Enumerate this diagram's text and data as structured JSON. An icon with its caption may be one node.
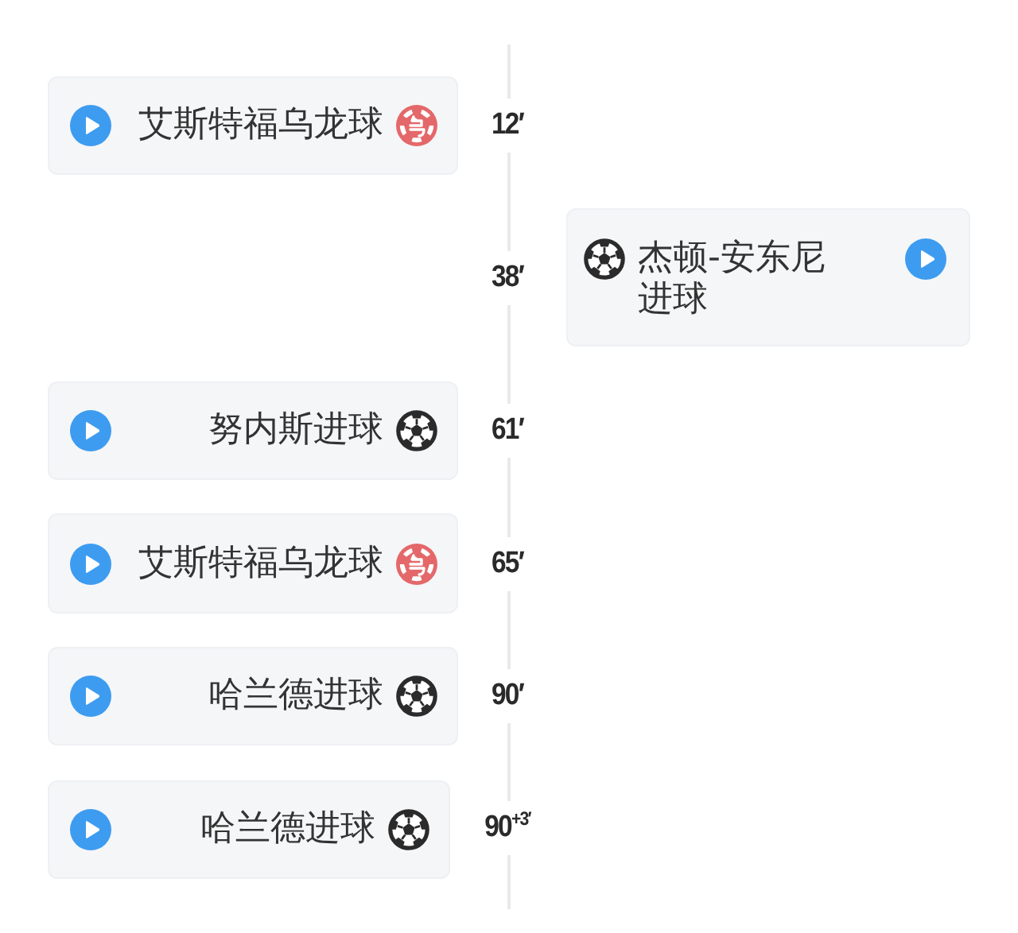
{
  "diagram": {
    "nodes": [
      {
        "text": [
          "艾斯特福乌龙球"
        ],
        "beside": [
          "12′"
        ]
      },
      {
        "text": [
          "杰顿-安东尼进球"
        ],
        "beside": [
          "38′"
        ]
      },
      {
        "text": [
          "努内斯进球"
        ],
        "beside": [
          "61′"
        ]
      },
      {
        "text": [
          "艾斯特福乌龙球"
        ],
        "beside": [
          "65′"
        ]
      },
      {
        "text": [
          "哈兰德进球"
        ],
        "beside": [
          "90′"
        ]
      },
      {
        "text": [
          "哈兰德进球"
        ],
        "beside": [
          "90$^{+3′}$"
        ]
      }
    ]
  }
}
